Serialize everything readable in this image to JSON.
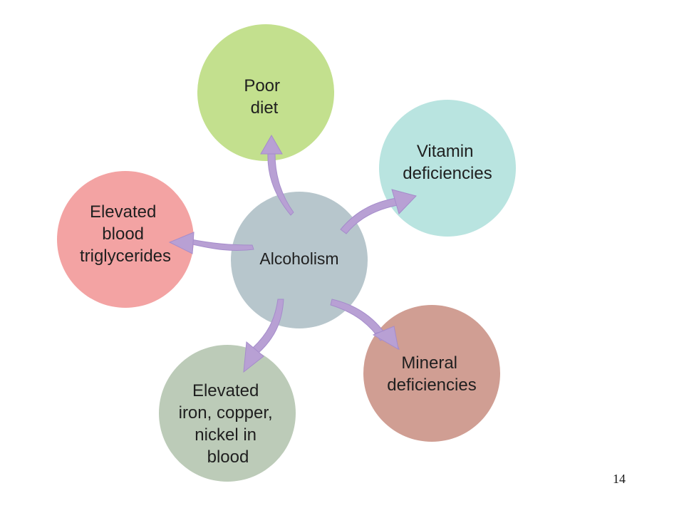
{
  "diagram": {
    "center": {
      "label": "Alcoholism",
      "color": "#b7c6cc"
    },
    "nodes": [
      {
        "id": "poor-diet",
        "lines": [
          "Poor",
          "diet"
        ],
        "color": "#c3e08e"
      },
      {
        "id": "vitamin-deficiencies",
        "lines": [
          "Vitamin",
          "deficiencies"
        ],
        "color": "#b9e4e0"
      },
      {
        "id": "mineral-deficiencies",
        "lines": [
          "Mineral",
          "deficiencies"
        ],
        "color": "#d09e93"
      },
      {
        "id": "elevated-metals",
        "lines": [
          "Elevated",
          "iron, copper,",
          "nickel in",
          "blood"
        ],
        "color": "#bccbb8"
      },
      {
        "id": "elevated-triglycerides",
        "lines": [
          "Elevated",
          "blood",
          "triglycerides"
        ],
        "color": "#f3a3a3"
      }
    ],
    "arrow_color": "#b8a0d4"
  },
  "page_number": "14"
}
